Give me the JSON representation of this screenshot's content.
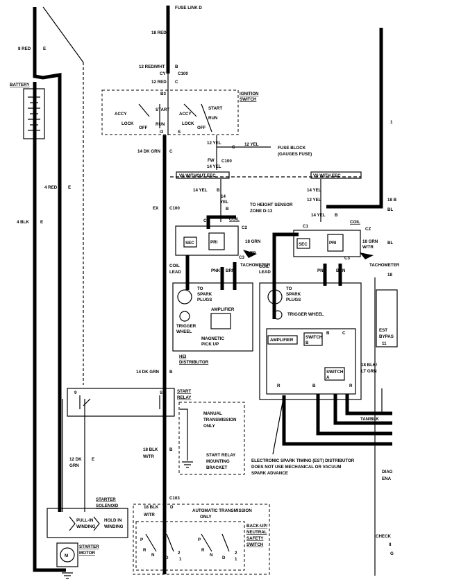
{
  "wires": {
    "fuse_link_d": "FUSE LINK D",
    "w18red": "18 RED",
    "w8red": "8 RED",
    "e1": "E",
    "w12redwht": "12 RED/WHT",
    "b1": "B",
    "cy": "CY",
    "c100a": "C100",
    "w12red": "12 RED",
    "c1": "C",
    "b3": "B3",
    "w4red": "4 RED",
    "e2": "E",
    "w4blk": "4 BLK",
    "e3": "E",
    "w14dkgrn": "14 DK GRN",
    "c2": "C",
    "w12yel": "12 YEL",
    "c3": "C",
    "w12yel2": "12 YEL",
    "fw": "FW",
    "c100b": "C100",
    "w14yel": "14 YEL",
    "ex": "EX",
    "c100c": "C100",
    "w14yel2": "14 YEL",
    "b2": "B",
    "w14": "14",
    "yel": "YEL",
    "b4": "B",
    "w14yel3": "14 YEL",
    "w12yel3": "12 YEL",
    "w14yel4": "14 YEL",
    "b5": "B",
    "w18grn": "18 GRN",
    "wtr": "W/TR",
    "pnk1": "PNK",
    "brn1": "BRN",
    "pnk2": "PNK",
    "brn2": "BRN",
    "w18grn2": "18 GRN",
    "wtr2": "W/TR",
    "w14dkgrn2": "14 DK GRN",
    "b6": "B",
    "w12dk": "12 DK",
    "grn": "GRN",
    "e4": "E",
    "w18blk": "18 BLK",
    "wtr3": "W/TR",
    "b7": "B",
    "c103": "C103",
    "w18blk2": "18 BLK",
    "wtr4": "W/TR",
    "d1": "D",
    "w18blkltgrn": "18 BLK/",
    "ltgrn": "LT GRN",
    "tanblk": "TAN/BLK",
    "w18b": "18 B",
    "bl1": "BL",
    "bl2": "BL",
    "l1": "1",
    "est": "EST",
    "bypas": "BYPAS",
    "n11": "11",
    "w18": "18",
    "diag": "DIAG",
    "ena": "ENA",
    "check": "CHECK",
    "ii": "II",
    "g": "G"
  },
  "labels": {
    "battery": "BATTERY",
    "ignition1": "IGNITION",
    "ignition2": "SWITCH",
    "accy": "ACCY",
    "lock": "LOCK",
    "off": "OFF",
    "start": "START",
    "run": "RUN",
    "i3": "I3",
    "s": "S",
    "accy2": "ACCY",
    "lock2": "LOCK",
    "off2": "OFF",
    "start2": "START",
    "run2": "RUN",
    "fuse_block1": "FUSE BLOCK",
    "fuse_block2": "(GAUGES FUSE)",
    "v6_without_eec": "V6 WITHOUT EEC",
    "v6_with_eec": "V6 WITH EEC",
    "height_sensor1": "TO HEIGHT SENSOR",
    "height_sensor2": "ZONE D-13",
    "coil1": "COIL",
    "c1a": "C1",
    "c2a": "C2",
    "c3a": "C3",
    "sec1": "SEC",
    "pri1": "PRI",
    "tachometer1": "TACHOMETER",
    "coil_lead1a": "COIL",
    "coil_lead1b": "LEAD",
    "to_spark1a": "TO",
    "to_spark1b": "SPARK",
    "to_spark1c": "PLUGS",
    "amplifier1": "AMPLIFIER",
    "trigger1a": "TRIGGER",
    "trigger1b": "WHEEL",
    "magnetic1": "MAGNETIC",
    "magnetic2": "PICK UP",
    "hei1": "HEI",
    "hei2": "DISTRIBUTOR",
    "coil2": "COIL",
    "c1b": "C1",
    "c2b": "CZ",
    "c3b": "C3",
    "sec2": "SEC",
    "pri2": "PRI",
    "tachometer2": "TACHOMETER",
    "coil_lead2a": "COIL",
    "coil_lead2b": "LEAD",
    "to_spark2a": "TO",
    "to_spark2b": "SPARK",
    "to_spark2c": "PLUGS",
    "trigger2": "TRIGGER WHEEL",
    "amplifier2": "AMPLIFIER",
    "switch_b1": "SWITCH",
    "switch_b2": "B",
    "switch_a1": "SWITCH",
    "switch_a2": "A",
    "r_label": "R",
    "b_label": "B",
    "c_label": "C",
    "b_label2": "B",
    "r_label2": "R",
    "start_relay1": "START",
    "start_relay2": "RELAY",
    "s_relay": "S",
    "n9": "9",
    "manual1": "MANUAL",
    "manual2": "TRANSMISSION",
    "manual3": "ONLY",
    "relay_bracket1": "START RELAY",
    "relay_bracket2": "MOUNTING",
    "relay_bracket3": "BRACKET",
    "est_note1": "ELECTRONIC SPARK TIMING (EST) DISTRIBUTOR",
    "est_note2": "DOES NOT USE MECHANICAL OR VACUUM",
    "est_note3": "SPARK ADVANCE",
    "starter_sol1": "STARTER",
    "starter_sol2": "SOLENOID",
    "pull_in1": "PULL-IN",
    "pull_in2": "WINDING",
    "hold_in1": "HOLD IN",
    "hold_in2": "WINDING",
    "starter_motor1": "STARTER",
    "starter_motor2": "MOTOR",
    "auto_trans1": "AUTOMATIC TRANSMISSION",
    "auto_trans2": "ONLY",
    "backup1": "BACK-UP/",
    "backup2": "NEUTRAL",
    "backup3": "SAFETY",
    "backup4": "SWITCH",
    "p1": "P",
    "r1": "R",
    "n1": "N",
    "d2": "D",
    "n2a": "2",
    "n1a": "1",
    "p2": "P",
    "r2": "R",
    "n2": "N",
    "d3": "D",
    "n2b": "2",
    "n1b": "1"
  }
}
